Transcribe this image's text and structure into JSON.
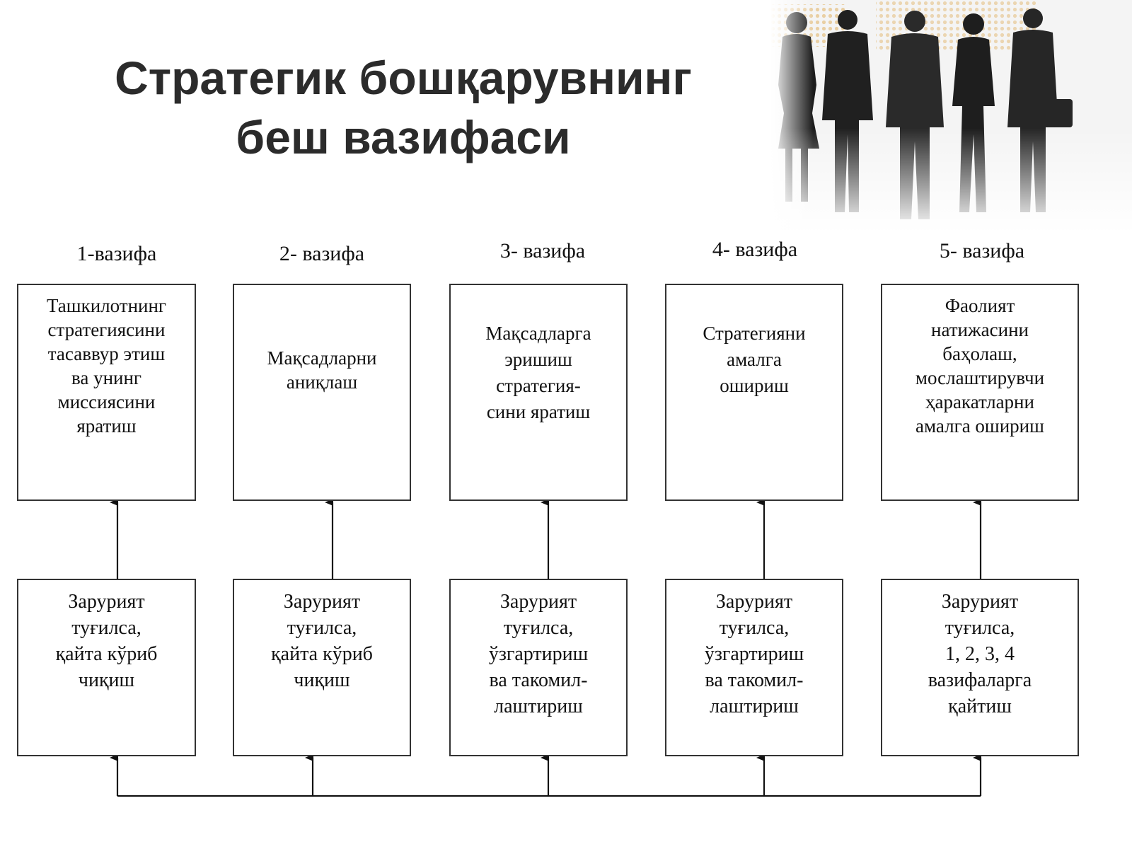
{
  "title": {
    "line1": "Стратегик бошқарувнинг",
    "line2": "беш вазифаси"
  },
  "tasks": [
    {
      "label": "1-вазифа",
      "description": "Ташкилотнинг\nстратегиясини\nтасаввур этиш\nва унинг\nмиссиясини\nяратиш",
      "feedback": "Зарурият\nтуғилса,\nқайта кўриб\nчиқиш"
    },
    {
      "label": "2- вазифа",
      "description": "Мақсадларни\nаниқлаш",
      "feedback": "Зарурият\nтуғилса,\nқайта кўриб\nчиқиш"
    },
    {
      "label": "3- вазифа",
      "description": "Мақсадларга\nэришиш\nстратегия-\nсини яратиш",
      "feedback": "Зарурият\nтуғилса,\nўзгартириш\nва такомил-\nлаштириш"
    },
    {
      "label": "4- вазифа",
      "description": "Стратегияни\nамалга\nошириш",
      "feedback": "Зарурият\nтуғилса,\nўзгартириш\nва такомил-\nлаштириш"
    },
    {
      "label": "5- вазифа",
      "description": "Фаолият\nнатижасини\nбаҳолаш,\nмослаштирувчи\nҳаракатларни\nамалга ошириш",
      "feedback": "Зарурият\nтуғилса,\n1, 2, 3, 4\nвазифаларга\nқайтиш"
    }
  ],
  "colors": {
    "title": "#2b2b2b",
    "box_border": "#333333",
    "silhouette": "#1c1c1c"
  },
  "decoration": {
    "image": "business-people-silhouettes"
  }
}
